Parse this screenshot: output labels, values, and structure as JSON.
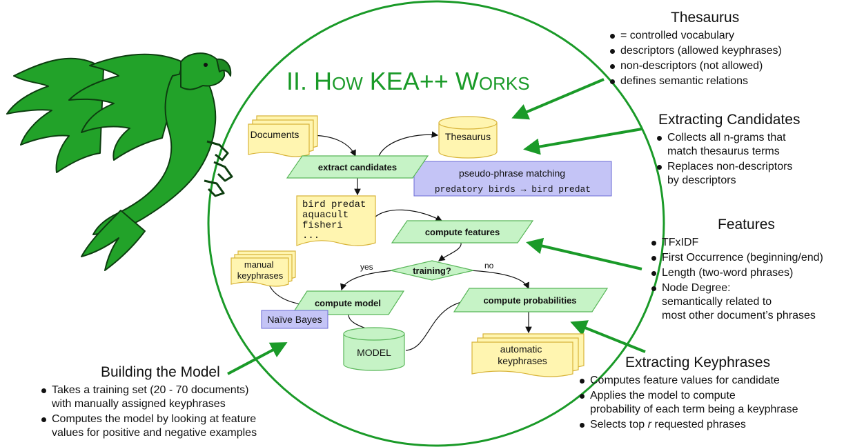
{
  "title": {
    "prefix": "II. H",
    "w1": "OW",
    "mid": " KEA++ W",
    "w2": "ORKS"
  },
  "colors": {
    "green": "#1a9a28",
    "parrot": "#22a229",
    "node_green": "#c6f3c6",
    "doc_yellow": "#fff5b0",
    "note_blue": "#c4c4f6"
  },
  "flow": {
    "documents": "Documents",
    "thesaurus": "Thesaurus",
    "extract_candidates": "extract candidates",
    "pseudo_title": "pseudo-phrase matching",
    "pseudo_example": "predatory birds → bird predat",
    "stem_list": [
      "bird predat",
      "aquacult",
      "fisheri",
      "..."
    ],
    "compute_features": "compute features",
    "manual_keyphrases": [
      "manual",
      "keyphrases"
    ],
    "training": "training?",
    "yes": "yes",
    "no": "no",
    "compute_model": "compute model",
    "compute_probabilities": "compute probabilities",
    "naive_bayes": "Naïve Bayes",
    "model": "MODEL",
    "automatic_keyphrases": [
      "automatic",
      "keyphrases"
    ]
  },
  "panels": {
    "thesaurus": {
      "title": "Thesaurus",
      "items": [
        "= controlled vocabulary",
        "descriptors (allowed keyphrases)",
        "non-descriptors (not allowed)",
        "defines semantic relations"
      ]
    },
    "extracting_candidates": {
      "title": "Extracting Candidates",
      "items": [
        [
          "Collects all n-grams that",
          "match thesaurus terms"
        ],
        [
          "Replaces non-descriptors",
          "by descriptors"
        ]
      ]
    },
    "features": {
      "title": "Features",
      "items": [
        [
          "TFxIDF"
        ],
        [
          "First Occurrence (beginning/end)"
        ],
        [
          "Length (two-word phrases)"
        ],
        [
          "Node Degree:",
          "semantically related to",
          "most other document’s phrases"
        ]
      ]
    },
    "building_model": {
      "title": "Building the Model",
      "items": [
        [
          "Takes a training set (20 - 70 documents)",
          "with manually assigned keyphrases"
        ],
        [
          "Computes the model by looking at feature",
          "values for positive and negative examples"
        ]
      ]
    },
    "extracting_keyphrases": {
      "title": "Extracting Keyphrases",
      "items": [
        [
          "Computes feature values for candidate"
        ],
        [
          "Applies the model to compute",
          "probability of each term being a keyphrase"
        ],
        [
          "Selects top <i>r</i> requested phrases"
        ]
      ]
    }
  }
}
